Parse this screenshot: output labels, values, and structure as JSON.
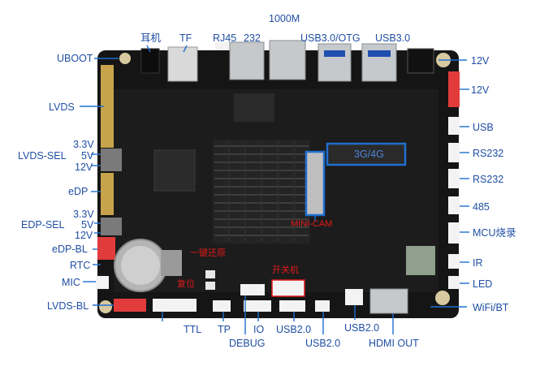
{
  "colors": {
    "label": "#1f4fa3",
    "leader": "#1f6fd0",
    "highlight": "#e01a1a",
    "board": "#141414",
    "heatsink": "#232323",
    "connector_white": "#f3f3f3",
    "connector_red": "#e23b3b",
    "metal": "#c6c9cc"
  },
  "labels": {
    "uboot": "UBOOT",
    "earphone": "耳机",
    "tf": "TF",
    "rj45": "RJ45",
    "p232_top": "232",
    "lan1000": "1000M",
    "usb30_otg": "USB3.0/OTG",
    "usb30": "USB3.0",
    "v12_top": "12V",
    "v12_second": "12V",
    "lvds": "LVDS",
    "lvds_sel_v33": "3.3V",
    "lvds_sel": "LVDS-SEL",
    "lvds_sel_v5": "5V",
    "lvds_sel_v12": "12V",
    "edp": "eDP",
    "edp_sel_v33": "3.3V",
    "edp_sel": "EDP-SEL",
    "edp_sel_v5": "5V",
    "edp_sel_v12": "12V",
    "edp_bl": "eDP-BL",
    "rtc": "RTC",
    "mic": "MIC",
    "lvds_bl": "LVDS-BL",
    "usb_right": "USB",
    "rs232_a": "RS232",
    "rs232_b": "RS232",
    "p485": "485",
    "mcu": "MCU烧录",
    "ir": "IR",
    "led": "LED",
    "wifi_bt": "WiFi/BT",
    "ttl": "TTL",
    "tp": "TP",
    "debug": "DEBUG",
    "io": "IO",
    "usb20_a": "USB2.0",
    "usb20_b": "USB2.0",
    "usb20_c": "USB2.0",
    "hdmi_out": "HDMI OUT",
    "slot_3g4g": "3G/4G",
    "mini_cam": "MINI-CAM",
    "one_key_restore": "一键还原",
    "reset": "复位",
    "power_switch": "开关机"
  }
}
